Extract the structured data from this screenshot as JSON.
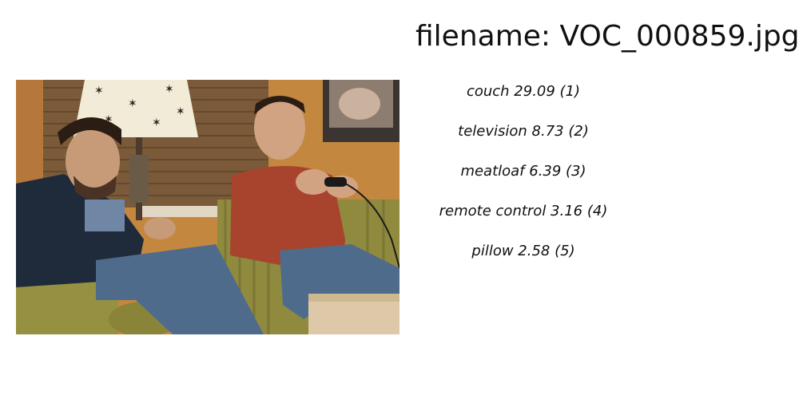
{
  "title": "filename: VOC_000859.jpg",
  "predictions": [
    {
      "text": "couch 29.09 (1)"
    },
    {
      "text": "television  8.73 (2)"
    },
    {
      "text": "meatloaf  6.39 (3)"
    },
    {
      "text": "remote control  3.16 (4)"
    },
    {
      "text": "pillow  2.58 (5)"
    }
  ],
  "colors": {
    "wall": "#c98a3e",
    "couch": "#8f8a3e",
    "shirt": "#a8432e",
    "jeans": "#4f6b8c",
    "hoodie": "#1f2a3a"
  }
}
